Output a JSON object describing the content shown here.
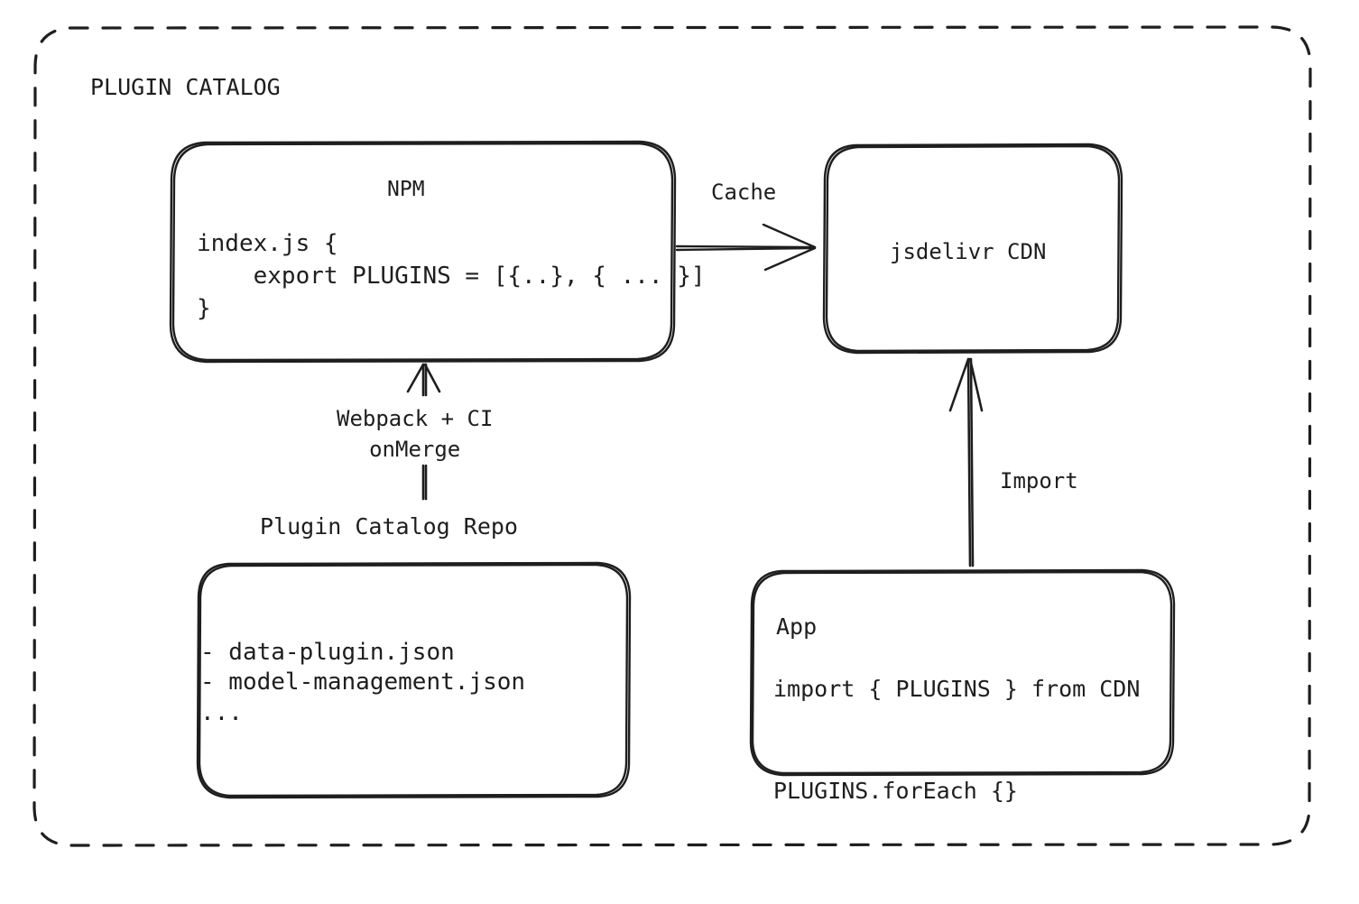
{
  "diagram": {
    "title": "PLUGIN CATALOG",
    "style": "hand-drawn whiteboard sketch",
    "stroke_color": "#1e1e1e",
    "background_color": "#ffffff",
    "nodes": {
      "npm": {
        "title": "NPM",
        "code": "index.js {\n    export PLUGINS = [{..}, { ... }]\n}"
      },
      "cdn": {
        "title": "jsdelivr CDN"
      },
      "repo": {
        "label": "Plugin Catalog Repo",
        "code": "- data-plugin.json\n- model-management.json\n..."
      },
      "app": {
        "title": "App",
        "code": "import { PLUGINS } from CDN\n\nPLUGINS.forEach {}"
      }
    },
    "edges": {
      "cache": {
        "label": "Cache",
        "from": "npm",
        "to": "cdn",
        "direction": "right"
      },
      "build": {
        "label": "Webpack + CI\nonMerge",
        "from": "repo",
        "to": "npm",
        "direction": "up"
      },
      "import": {
        "label": "Import",
        "from": "app",
        "to": "cdn",
        "direction": "up"
      }
    }
  }
}
